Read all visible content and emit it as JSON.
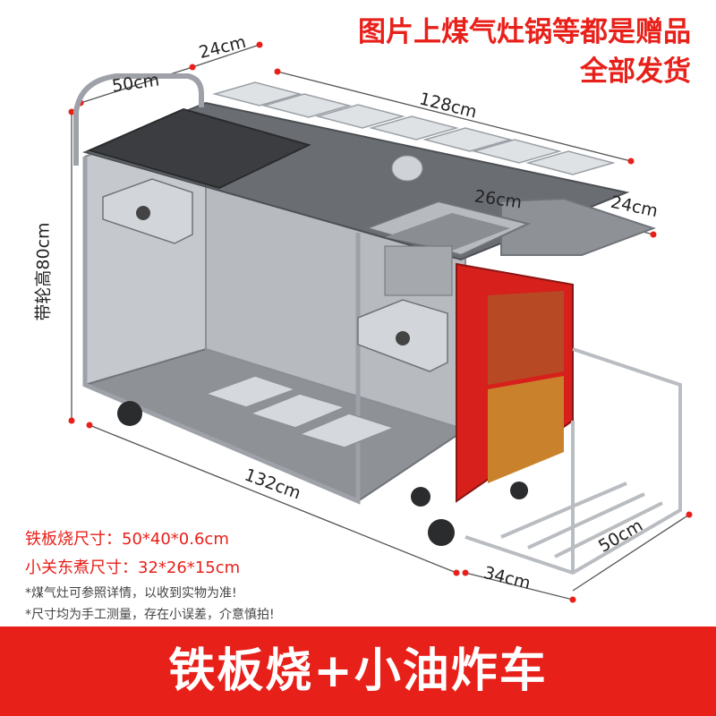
{
  "promo": {
    "line1": "图片上煤气灶锅等都是赠品",
    "line2": "全部发货"
  },
  "dimensions": {
    "top_depth": "50cm",
    "top_shelf": "24cm",
    "top_length": "128cm",
    "side_height": "带轮高80cm",
    "fryer_width": "26cm",
    "side_shelf": "24cm",
    "bottom_length": "132cm",
    "cabinet_width": "34cm",
    "cabinet_depth": "50cm"
  },
  "specs": {
    "griddle": "铁板烧尺寸：50*40*0.6cm",
    "oden": "小关东煮尺寸：32*26*15cm"
  },
  "notes": {
    "note1": "*煤气灶可参照详情，以收到实物为准!",
    "note2": "*尺寸均为手工测量，存在小误差，介意慎拍!"
  },
  "banner": {
    "title": "铁板烧+小油炸车"
  },
  "colors": {
    "accent": "#e8201a",
    "steel": "#a9adb3",
    "steel_dark": "#5f6368",
    "griddle": "#3b3d40"
  }
}
